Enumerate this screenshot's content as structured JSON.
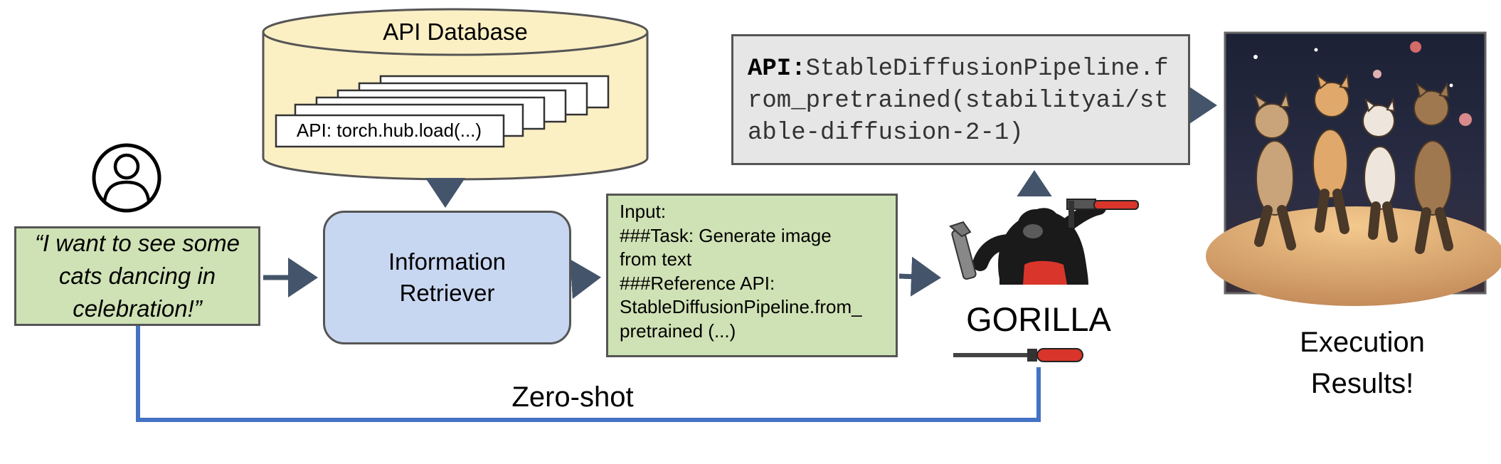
{
  "user": {
    "icon": "user-icon"
  },
  "query": {
    "text": "“I want to see some cats dancing in celebration!”"
  },
  "database": {
    "title": "API Database",
    "card_text": "API: torch.hub.load(...)"
  },
  "retriever": {
    "label": "Information Retriever"
  },
  "context": {
    "lines": [
      "Input:",
      "###Task: Generate image",
      "from text",
      "###Reference API:",
      "StableDiffusionPipeline.from_",
      "pretrained (...)"
    ]
  },
  "api_output": {
    "key": "API:",
    "value": "StableDiffusionPipeline.from_pretrained(stabilityai/stable-diffusion-2-1)"
  },
  "gorilla": {
    "label": "GORILLA",
    "icon": "gorilla-with-tools-icon"
  },
  "execution": {
    "label": "Execution Results!"
  },
  "zero_shot": {
    "label": "Zero-shot"
  },
  "result_image": {
    "icon": "dancing-cats-image"
  },
  "colors": {
    "arrow": "#44546a",
    "zero_shot_line": "#4472c4",
    "green_box": "#cfe2b5",
    "blue_box": "#c8d7f1",
    "db_fill": "#fbefc4",
    "gray_box": "#e6e6e6"
  }
}
